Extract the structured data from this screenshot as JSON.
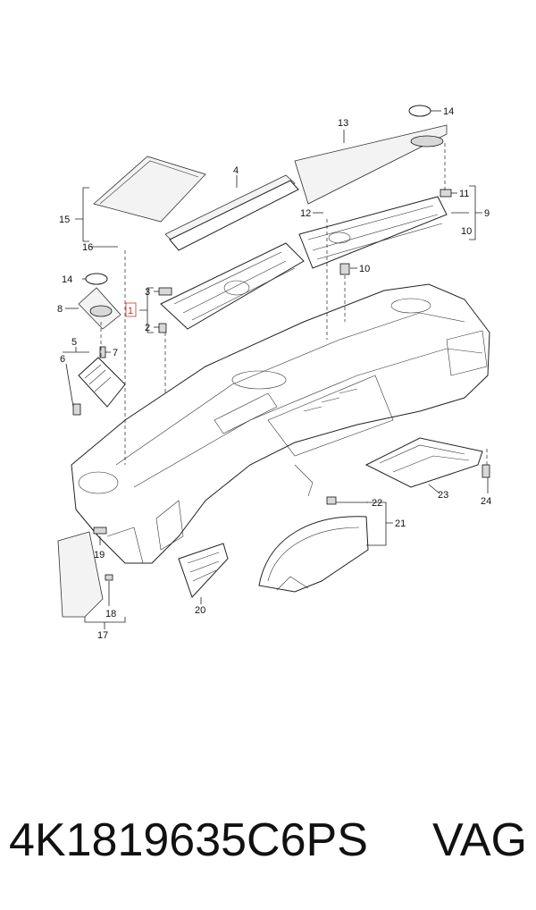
{
  "callouts": [
    "1",
    "2",
    "3",
    "4",
    "5",
    "6",
    "7",
    "8",
    "9",
    "10",
    "11",
    "12",
    "13",
    "14",
    "14",
    "15",
    "16",
    "17",
    "18",
    "19",
    "20",
    "21",
    "22",
    "23",
    "24"
  ],
  "caption": {
    "part_number": "4K1819635C6PS",
    "brand": "VAG"
  },
  "colors": {
    "highlight": "#c0392b",
    "line": "#222222",
    "background": "#ffffff"
  }
}
